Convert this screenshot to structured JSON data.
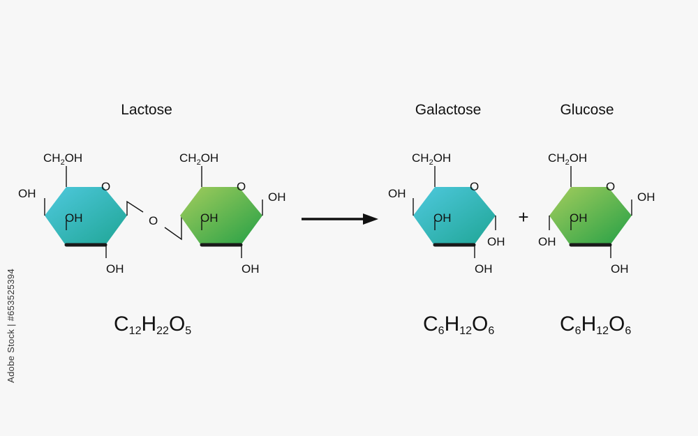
{
  "reactant": {
    "name": "Lactose",
    "formula": {
      "C": "12",
      "H": "22",
      "O": "5"
    },
    "ring1": {
      "ch2oh_main": "CH",
      "ch2oh_sub": "2",
      "ch2oh_tail": "OH",
      "ring_o": "O",
      "oh_left": "OH",
      "oh_inner": "OH",
      "oh_bottom": "OH"
    },
    "bridge_o": "O",
    "ring2": {
      "ch2oh_main": "CH",
      "ch2oh_sub": "2",
      "ch2oh_tail": "OH",
      "ring_o": "O",
      "oh_right": "OH",
      "oh_inner": "OH",
      "oh_bottom": "OH"
    }
  },
  "products": [
    {
      "name": "Galactose",
      "formula": {
        "C": "6",
        "H": "12",
        "O": "6"
      },
      "labels": {
        "ch2oh_main": "CH",
        "ch2oh_sub": "2",
        "ch2oh_tail": "OH",
        "ring_o": "O",
        "oh_left": "OH",
        "oh_inner": "OH",
        "oh_right": "OH",
        "oh_bottom": "OH"
      }
    },
    {
      "name": "Glucose",
      "formula": {
        "C": "6",
        "H": "12",
        "O": "6"
      },
      "labels": {
        "ch2oh_main": "CH",
        "ch2oh_sub": "2",
        "ch2oh_tail": "OH",
        "ring_o": "O",
        "oh_left": "OH",
        "oh_inner": "OH",
        "oh_right": "OH",
        "oh_bottom": "OH"
      }
    }
  ],
  "plus_sign": "+",
  "colors": {
    "galactose_light": "#4ec7d6",
    "galactose_dark": "#21a89a",
    "glucose_light": "#9acb5c",
    "glucose_dark": "#27a243",
    "bond": "#111111",
    "background": "#f7f7f7"
  },
  "side_text": "Adobe Stock | #653525394"
}
